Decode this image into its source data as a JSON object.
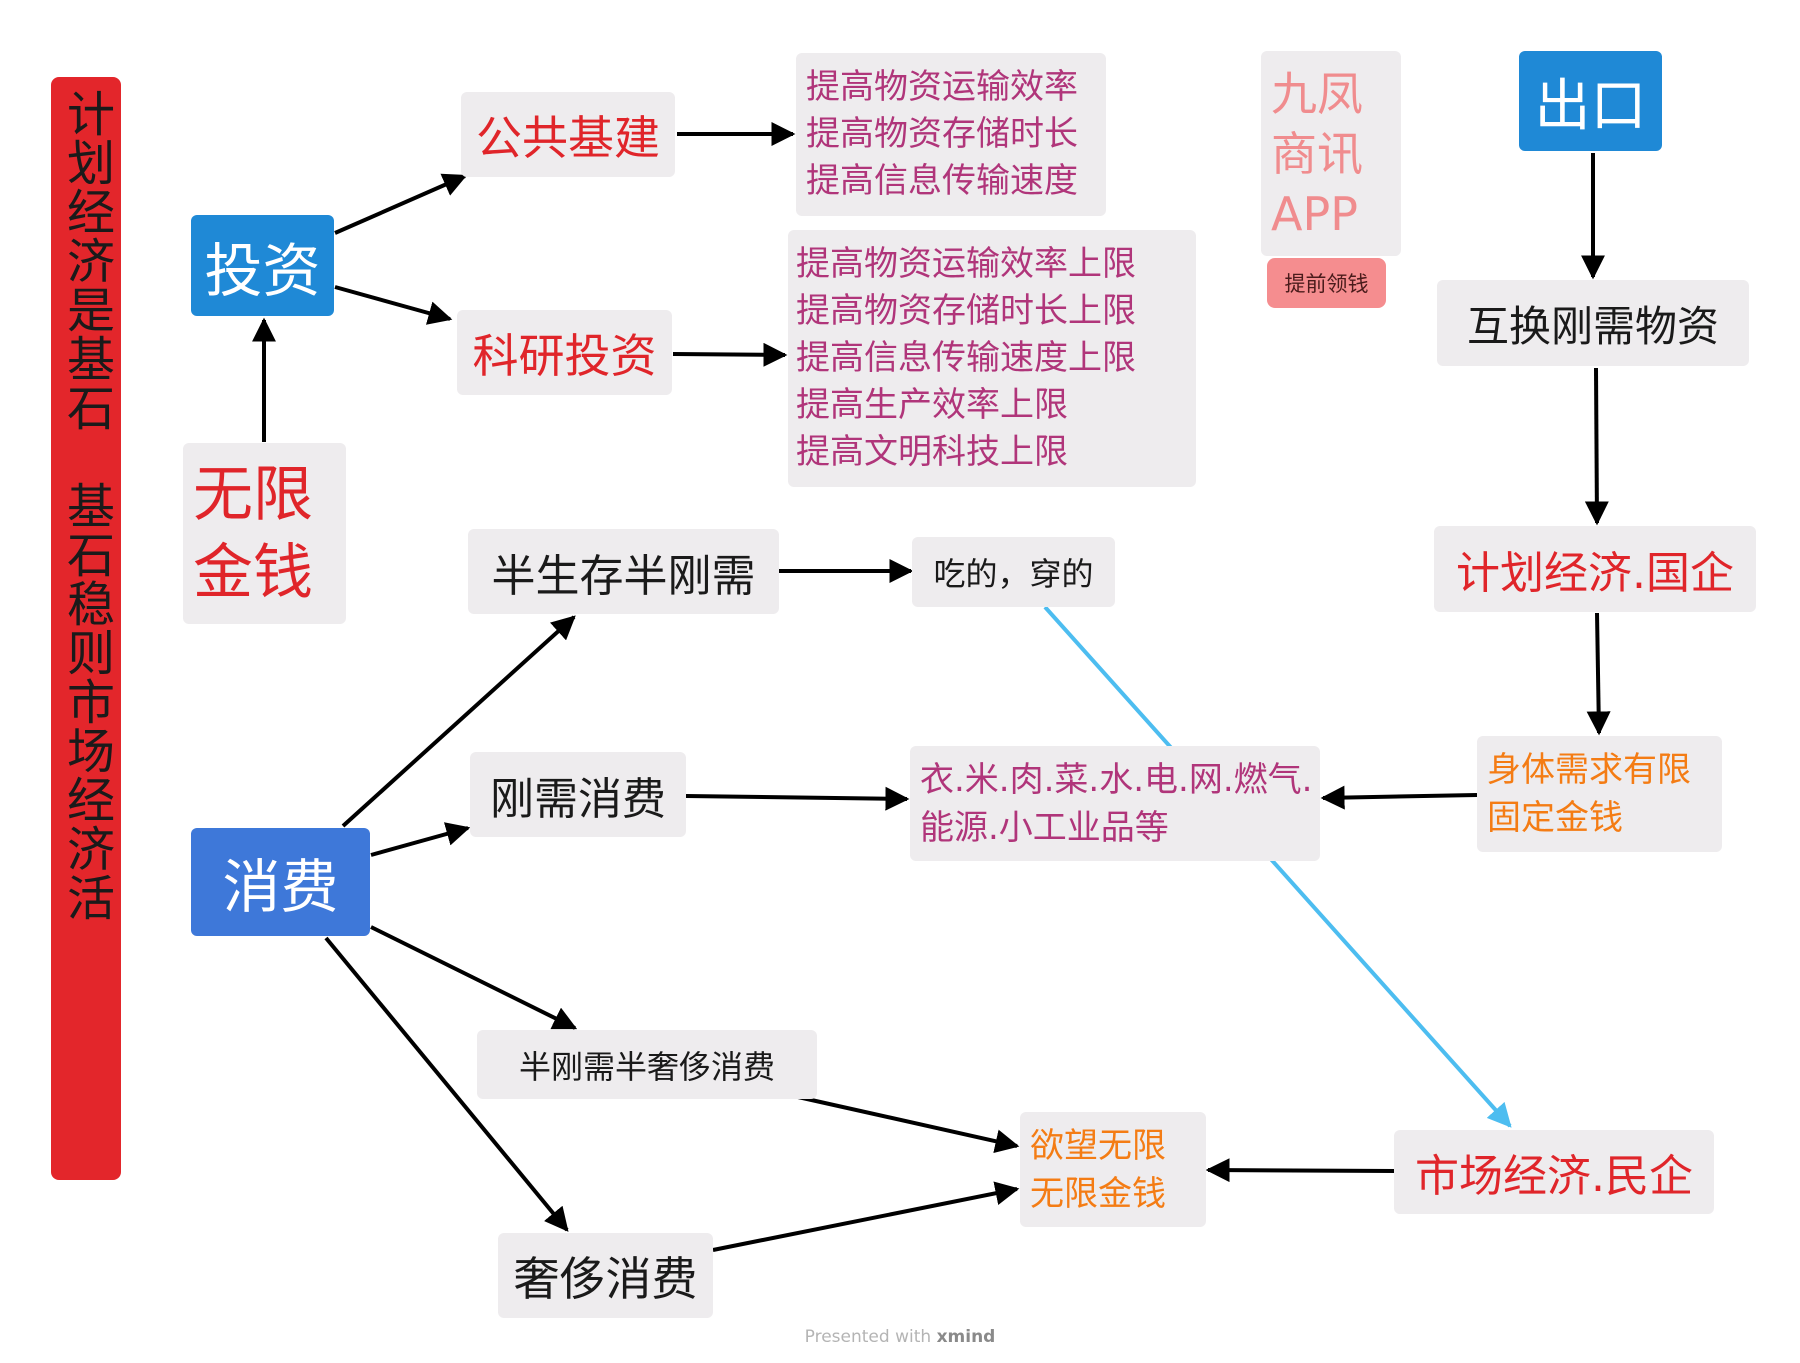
{
  "sidebar": {
    "text": "计划经济是基石　基石稳则市场经济活",
    "color": "#e3262b"
  },
  "colors": {
    "red": "#e0252a",
    "purple": "#b0357a",
    "orange": "#f47c14",
    "blue": "#1f89d6",
    "edge": "#000000",
    "highlight_edge": "#4dbdf0"
  },
  "nodes": {
    "infinite_money": "无限\n金钱",
    "invest": "投资",
    "public_infra": "公共基建",
    "research_invest": "科研投资",
    "public_infra_effects": "提高物资运输效率\n提高物资存储时长\n提高信息传输速度",
    "research_effects": "提高物资运输效率上限\n提高物资存储时长上限\n提高信息传输速度上限\n提高生产效率上限\n提高文明科技上限",
    "brand": "九凤\n商讯\nAPP",
    "brand_badge": "提前领钱",
    "export": "出口",
    "exchange": "互换刚需物资",
    "planned_soe": "计划经济.国企",
    "body_limited": "身体需求有限\n固定金钱",
    "market_private": "市场经济.民企",
    "consumption": "消费",
    "semi_survival": "半生存半刚需",
    "eat_wear": "吃的，穿的",
    "rigid_consumption": "刚需消费",
    "rigid_items": "衣.米.肉.菜.水.电.网.燃气.\n能源.小工业品等",
    "semi_luxury": "半刚需半奢侈消费",
    "luxury": "奢侈消费",
    "desire": "欲望无限\n无限金钱"
  },
  "footer": {
    "prefix": "Presented with ",
    "brand": "xmind"
  }
}
